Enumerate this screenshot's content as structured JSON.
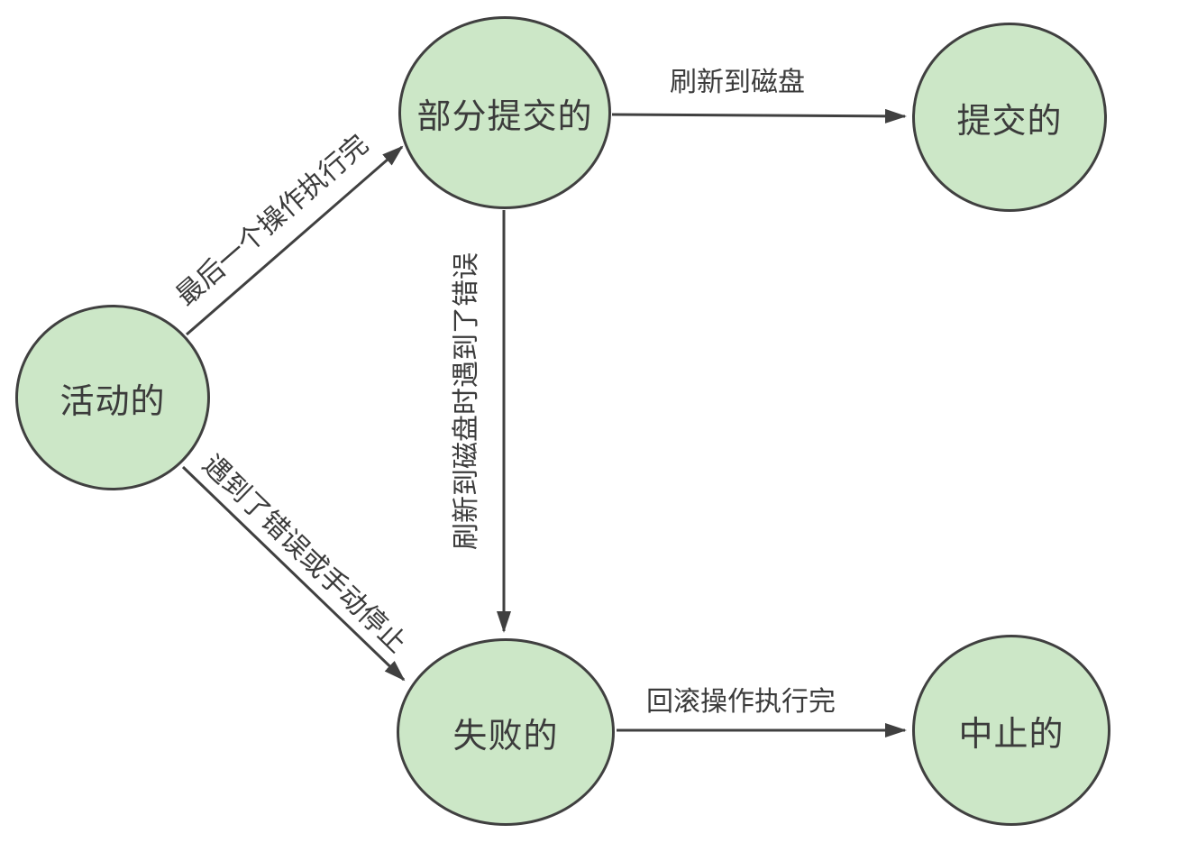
{
  "diagram": {
    "nodes": [
      {
        "id": "active",
        "label": "活动的"
      },
      {
        "id": "partially-committed",
        "label": "部分提交的"
      },
      {
        "id": "committed",
        "label": "提交的"
      },
      {
        "id": "failed",
        "label": "失败的"
      },
      {
        "id": "aborted",
        "label": "中止的"
      }
    ],
    "edges": [
      {
        "from": "active",
        "to": "partially-committed",
        "label": "最后一个操作执行完"
      },
      {
        "from": "partially-committed",
        "to": "committed",
        "label": "刷新到磁盘"
      },
      {
        "from": "partially-committed",
        "to": "failed",
        "label": "刷新到磁盘时遇到了错误"
      },
      {
        "from": "active",
        "to": "failed",
        "label": "遇到了错误或手动停止"
      },
      {
        "from": "failed",
        "to": "aborted",
        "label": "回滚操作执行完"
      }
    ],
    "colors": {
      "node_fill": "#cce7c7",
      "stroke": "#404040",
      "text": "#3b3b3b",
      "background": "#ffffff"
    }
  }
}
